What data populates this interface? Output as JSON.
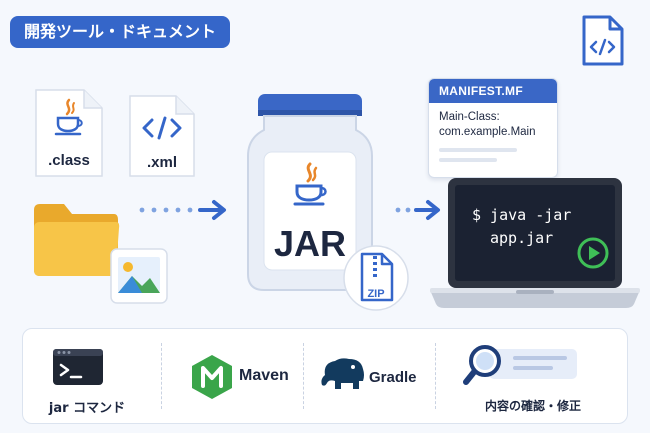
{
  "header": {
    "title": "開発ツール・ドキュメント"
  },
  "files": {
    "class_label": ".class",
    "xml_label": ".xml"
  },
  "jar": {
    "label": "JAR",
    "zip_label": "ZIP"
  },
  "manifest": {
    "title": "MANIFEST.MF",
    "line1": "Main-Class:",
    "line2": "com.example.Main"
  },
  "terminal": {
    "line1": "$ java -jar",
    "line2": "app.jar"
  },
  "tools": {
    "jar_command": "jar コマンド",
    "maven": "Maven",
    "gradle": "Gradle",
    "inspect": "内容の確認・修正"
  },
  "icons": {
    "corner": "code-file-icon",
    "java": "java-cup-icon",
    "folder": "folder-icon",
    "image": "image-icon",
    "zip": "zip-file-icon",
    "play": "play-icon",
    "terminal": "terminal-icon",
    "maven": "maven-icon",
    "gradle": "gradle-elephant-icon",
    "magnifier": "magnifier-icon"
  },
  "colors": {
    "accent": "#3566c9",
    "jar_lid": "#3a67c6",
    "java_orange": "#e8862a",
    "java_blue": "#3566c9",
    "folder_yellow": "#f7c548",
    "maven_green": "#3aa54a",
    "play_green": "#3fbf57",
    "gradle_navy": "#123a5e"
  }
}
